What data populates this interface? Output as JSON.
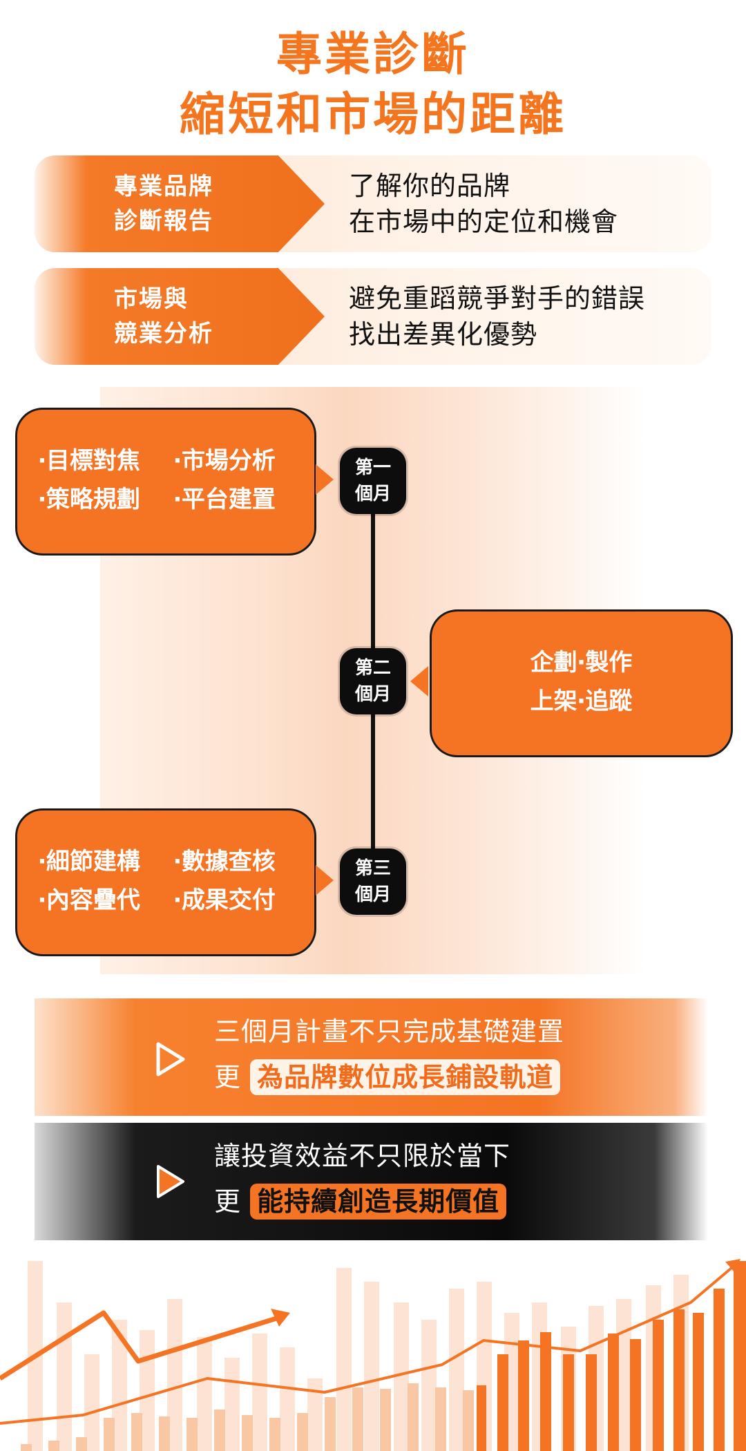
{
  "header": {
    "title_line1": "專業診斷",
    "title_line2": "縮短和市場的距離"
  },
  "services": [
    {
      "tag_line1": "專業品牌",
      "tag_line2": "診斷報告",
      "desc_line1": "了解你的品牌",
      "desc_line2": "在市場中的定位和機會"
    },
    {
      "tag_line1": "市場與",
      "tag_line2": "競業分析",
      "desc_line1": "避免重蹈競爭對手的錯誤",
      "desc_line2": "找出差異化優勢"
    }
  ],
  "timeline": {
    "months": [
      {
        "line1": "第一",
        "line2": "個月"
      },
      {
        "line1": "第二",
        "line2": "個月"
      },
      {
        "line1": "第三",
        "line2": "個月"
      }
    ],
    "month1_items": [
      "‧目標對焦",
      "‧市場分析",
      "‧策略規劃",
      "‧平台建置"
    ],
    "month2_lines": [
      "企劃‧製作",
      "上架‧追蹤"
    ],
    "month3_items": [
      "‧細節建構",
      "‧數據查核",
      "‧內容疊代",
      "‧成果交付"
    ]
  },
  "callouts": [
    {
      "line1": "三個月計畫不只完成基礎建置",
      "prefix": "更",
      "highlight": "為品牌數位成長鋪設軌道"
    },
    {
      "line1": "讓投資效益不只限於當下",
      "prefix": "更",
      "highlight": "能持續創造長期價值"
    }
  ],
  "colors": {
    "brand_orange": "#f47424",
    "dark": "#0d0d0d",
    "title_orange": "#f5751f"
  },
  "icons": [
    "play-outline-icon",
    "play-filled-icon",
    "trend-arrow-icon"
  ]
}
